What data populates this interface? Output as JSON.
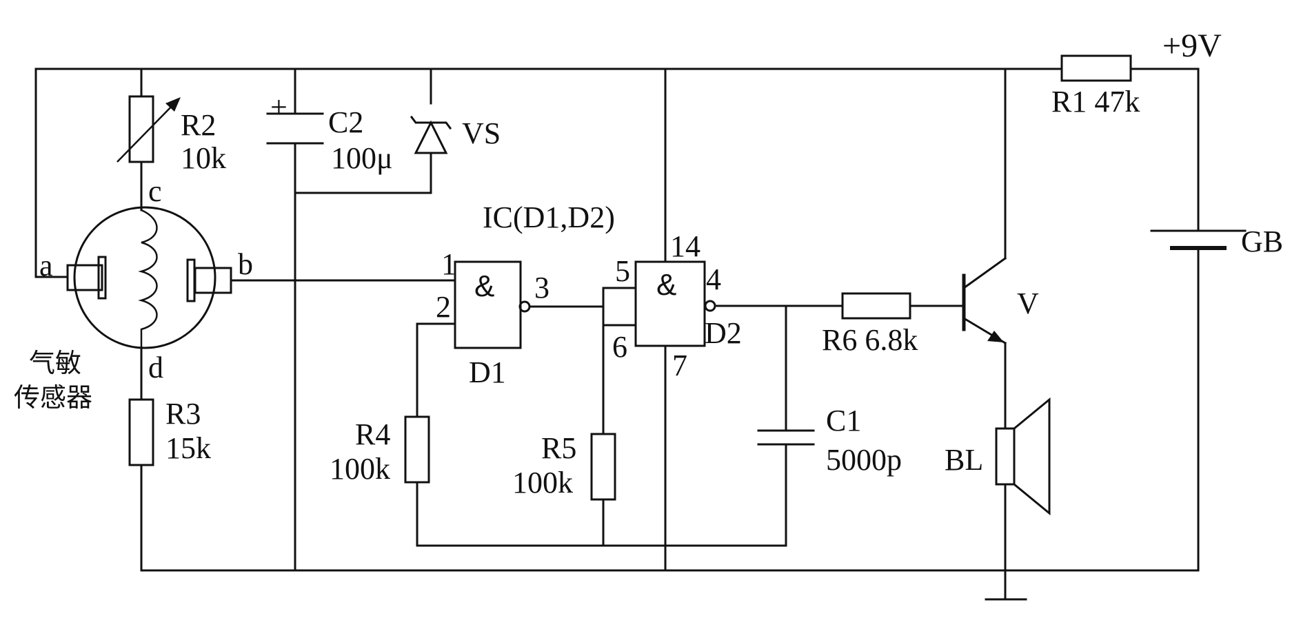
{
  "labels": {
    "supply": "+9V",
    "r1": "R1 47k",
    "gb": "GB",
    "r2_name": "R2",
    "r2_value": "10k",
    "c2_name": "C2",
    "c2_value": "100μ",
    "c2_polarity": "+",
    "vs": "VS",
    "ic": "IC(D1,D2)",
    "node_a": "a",
    "node_b": "b",
    "node_c": "c",
    "node_d": "d",
    "sensor_line1": "气敏",
    "sensor_line2": "传感器",
    "r3_name": "R3",
    "r3_value": "15k",
    "r4_name": "R4",
    "r4_value": "100k",
    "r5_name": "R5",
    "r5_value": "100k",
    "pin1": "1",
    "pin2": "2",
    "pin3": "3",
    "pin4": "4",
    "pin5": "5",
    "pin6": "6",
    "pin7": "7",
    "pin14": "14",
    "gate_symbol": "&",
    "d1": "D1",
    "d2": "D2",
    "r6": "R6 6.8k",
    "c1_name": "C1",
    "c1_value": "5000p",
    "transistor": "V",
    "speaker": "BL"
  }
}
